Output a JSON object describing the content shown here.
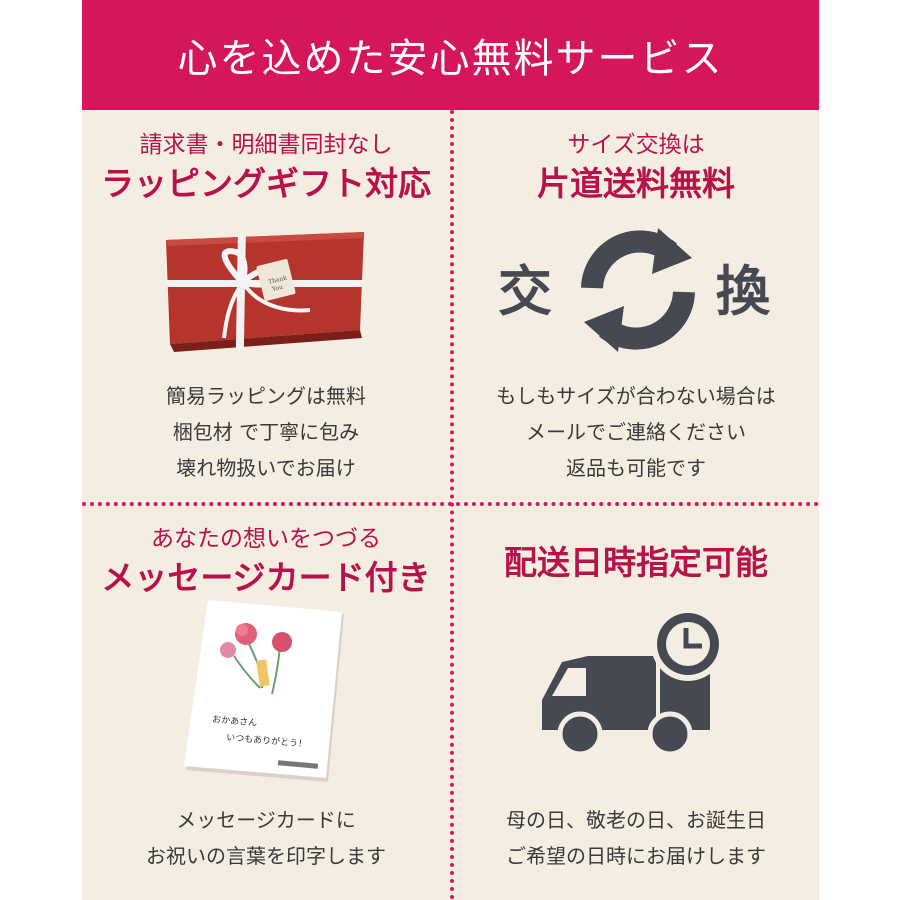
{
  "header": {
    "title": "心を込めた安心無料サービス"
  },
  "colors": {
    "accent": "#d6165a",
    "icon_gray": "#454a52",
    "background": "#f4ede2"
  },
  "panels": [
    {
      "sub": "請求書・明細書同封なし",
      "main": "ラッピングギフト対応",
      "desc": [
        "簡易ラッピングは無料",
        "梱包材 で丁寧に包み",
        "壊れ物扱いでお届け"
      ],
      "image": "gift-box-photo",
      "tag_text": [
        "Thank",
        "You"
      ]
    },
    {
      "sub": "サイズ交換は",
      "main": "片道送料無料",
      "icon_left": "交",
      "icon_right": "換",
      "desc": [
        "もしもサイズが合わない場合は",
        "メールでご連絡ください",
        "返品も可能です"
      ],
      "image": "exchange-arrows-icon"
    },
    {
      "sub": "あなたの想いをつづる",
      "main": "メッセージカード付き",
      "card": {
        "line1": "おかあさん",
        "line2": "いつもありがとう！"
      },
      "desc": [
        "メッセージカードに",
        "お祝いの言葉を印字します"
      ],
      "image": "message-card-photo"
    },
    {
      "main": "配送日時指定可能",
      "desc": [
        "母の日、敬老の日、お誕生日",
        "ご希望の日時にお届けします"
      ],
      "image": "delivery-truck-clock-icon"
    }
  ]
}
